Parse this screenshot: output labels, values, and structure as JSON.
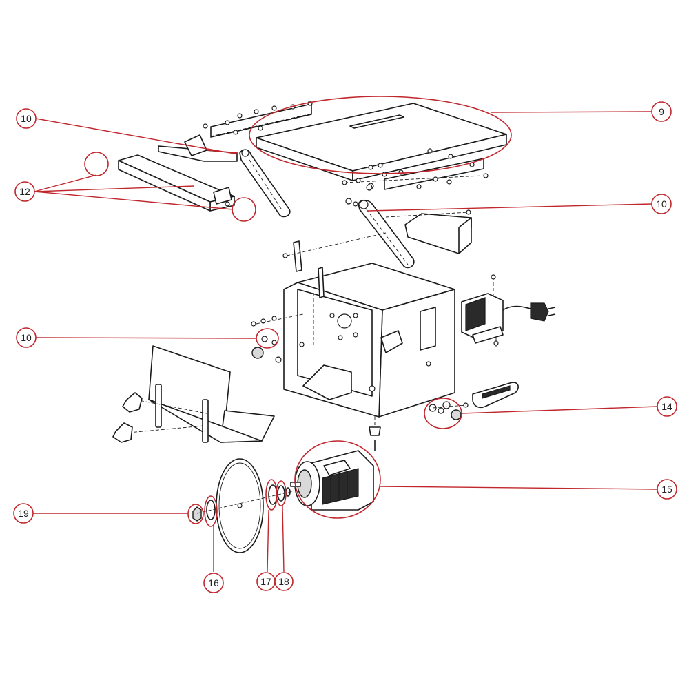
{
  "colors": {
    "callout": "#c0272d",
    "line": "#1a1a1a",
    "background": "#ffffff"
  },
  "callouts": [
    {
      "id": "c9",
      "label": "9"
    },
    {
      "id": "c10a",
      "label": "10"
    },
    {
      "id": "c10b",
      "label": "10"
    },
    {
      "id": "c10c",
      "label": "10"
    },
    {
      "id": "c12",
      "label": "12"
    },
    {
      "id": "c14",
      "label": "14"
    },
    {
      "id": "c15",
      "label": "15"
    },
    {
      "id": "c16",
      "label": "16"
    },
    {
      "id": "c17",
      "label": "17"
    },
    {
      "id": "c18",
      "label": "18"
    },
    {
      "id": "c19",
      "label": "19"
    }
  ]
}
